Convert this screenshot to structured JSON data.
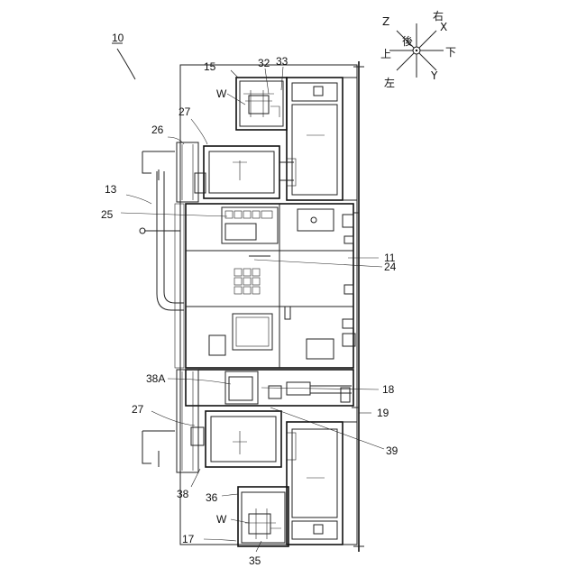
{
  "labels": {
    "n10": "10",
    "n15": "15",
    "n32": "32",
    "n33": "33",
    "w_top": "W",
    "n27_top": "27",
    "n26": "26",
    "n13": "13",
    "n25": "25",
    "n11": "11",
    "n24": "24",
    "n38a": "38A",
    "n18": "18",
    "n27_bot": "27",
    "n19": "19",
    "n39": "39",
    "n38": "38",
    "n36": "36",
    "w_bot": "W",
    "n17": "17",
    "n35": "35"
  },
  "axes": {
    "z": "Z",
    "up": "上",
    "right": "右",
    "x": "X",
    "back": "後",
    "down": "下",
    "left": "左",
    "y": "Y"
  }
}
